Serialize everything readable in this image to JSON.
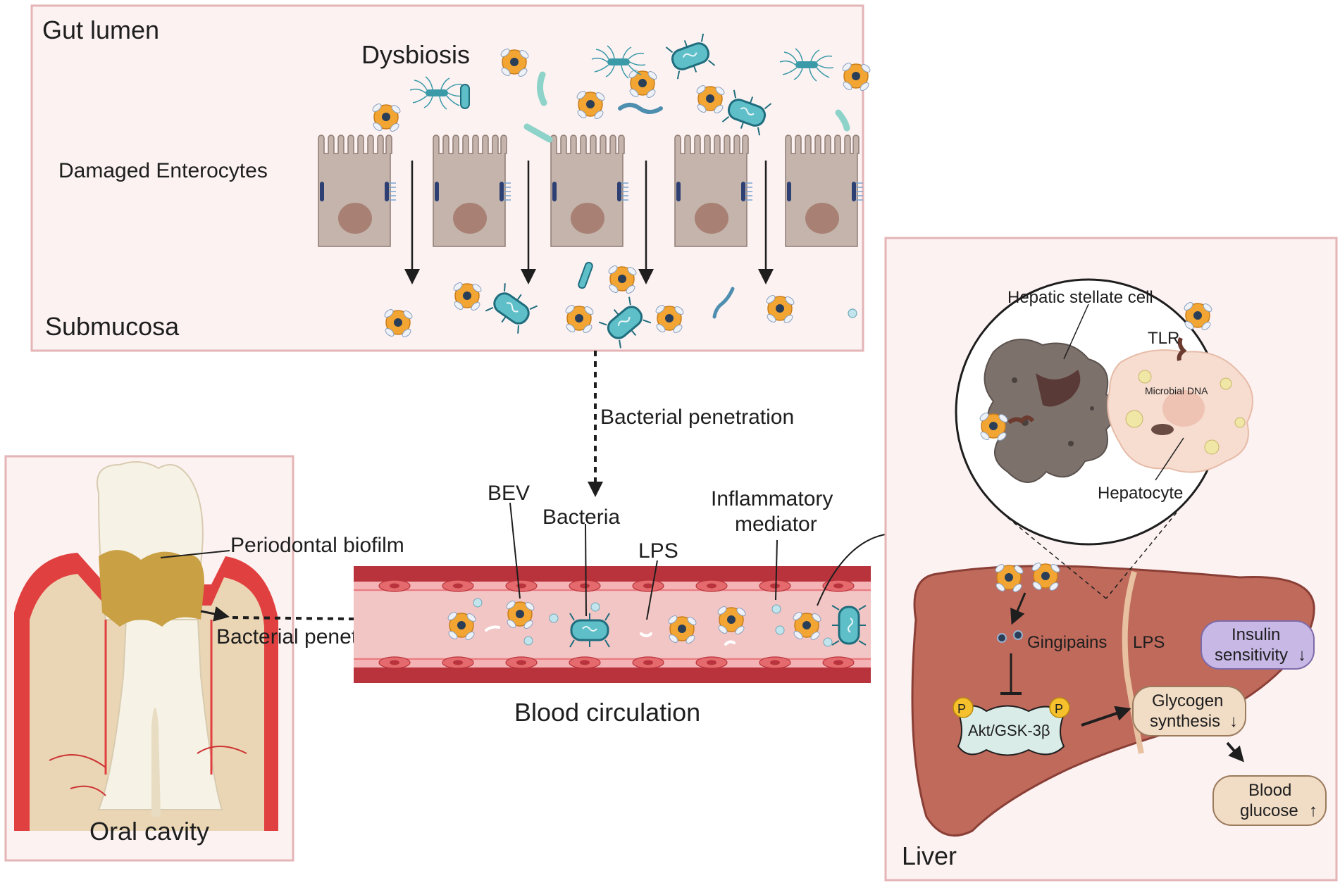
{
  "gut": {
    "region_label": "Gut  lumen",
    "dysbiosis_label": "Dysbiosis",
    "enterocytes_label": "Damaged Enterocytes",
    "submucosa_label": "Submucosa"
  },
  "penetration_label_top": "Bacterial penetration",
  "oral": {
    "biofilm_label": "Periodontal biofilm",
    "penetration_label": "Bacterial penetration",
    "region_label": "Oral cavity"
  },
  "blood": {
    "bev_label": "BEV",
    "bacteria_label": "Bacteria",
    "lps_label": "LPS",
    "mediator_label_line1": "Inflammatory",
    "mediator_label_line2": "mediator",
    "region_label": "Blood circulation"
  },
  "liver": {
    "region_label": "Liver",
    "stellate_label": "Hepatic stellate cell",
    "tlr_label": "TLR",
    "microbial_dna_label": "Microbial DNA",
    "hepatocyte_label": "Hepatocyte",
    "gingipains_label": "Gingipains",
    "lps_label": "LPS",
    "akt_label": "Akt/GSK-3β",
    "phospho_label": "P",
    "insulin_line1": "Insulin",
    "insulin_line2": "sensitivity",
    "glycogen_line1": "Glycogen",
    "glycogen_line2": "synthesis",
    "glucose_line1": "Blood",
    "glucose_line2": "glucose",
    "arrow_down": "↓",
    "arrow_up": "↑"
  },
  "colors": {
    "panel_border": "#e4b4b6",
    "panel_fill": "#fdf2f2",
    "enterocyte": "#c4b4ab",
    "nucleus": "#a88074",
    "vessel_red": "#b8333b",
    "vessel_inner": "#f3c6c6",
    "liver": "#c06a5c",
    "gum": "#e0403f",
    "bone": "#ead6b5",
    "tooth": "#f6f2e6",
    "biofilm": "#c9a043",
    "bacteria_orange": "#f2a532",
    "bacteria_teal": "#5fbfc9",
    "insulin_box": "#c7b8e6",
    "glycogen_box": "#f1dcc6",
    "akt_box": "#d9ece8",
    "phospho": "#f6c12d"
  }
}
